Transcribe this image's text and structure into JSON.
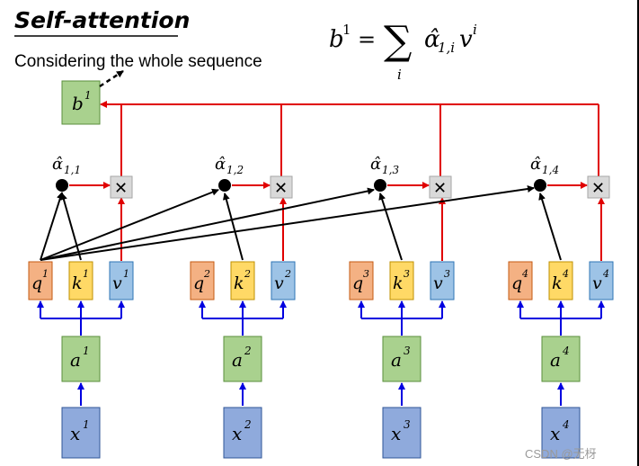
{
  "title": "Self-attention",
  "subtitle": "Considering the whole sequence",
  "formula": {
    "lhs": "b",
    "lhs_sup": "1",
    "eq": "=",
    "sum": "∑",
    "sum_sub": "i",
    "alpha": "α̂",
    "alpha_sub": "1,i",
    "v": "v",
    "v_sup": "i"
  },
  "output": {
    "base": "b",
    "sup": "1"
  },
  "columns": [
    {
      "x": "x",
      "a": "a",
      "q": "q",
      "k": "k",
      "v": "v",
      "sup": "1",
      "alpha": "α̂",
      "alpha_sub": "1,1"
    },
    {
      "x": "x",
      "a": "a",
      "q": "q",
      "k": "k",
      "v": "v",
      "sup": "2",
      "alpha": "α̂",
      "alpha_sub": "1,2"
    },
    {
      "x": "x",
      "a": "a",
      "q": "q",
      "k": "k",
      "v": "v",
      "sup": "3",
      "alpha": "α̂",
      "alpha_sub": "1,3"
    },
    {
      "x": "x",
      "a": "a",
      "q": "q",
      "k": "k",
      "v": "v",
      "sup": "4",
      "alpha": "α̂",
      "alpha_sub": "1,4"
    }
  ],
  "multiply_symbol": "✕",
  "watermark": "CSDN @无枒",
  "colors": {
    "green": "#a9d18e",
    "red_fill": "#f4b183",
    "yellow": "#ffd966",
    "blue_fill": "#9dc3e6",
    "input": "#8faadc",
    "red": "#e00000",
    "blue": "#0000e0",
    "cross": "#d9d9d9"
  }
}
